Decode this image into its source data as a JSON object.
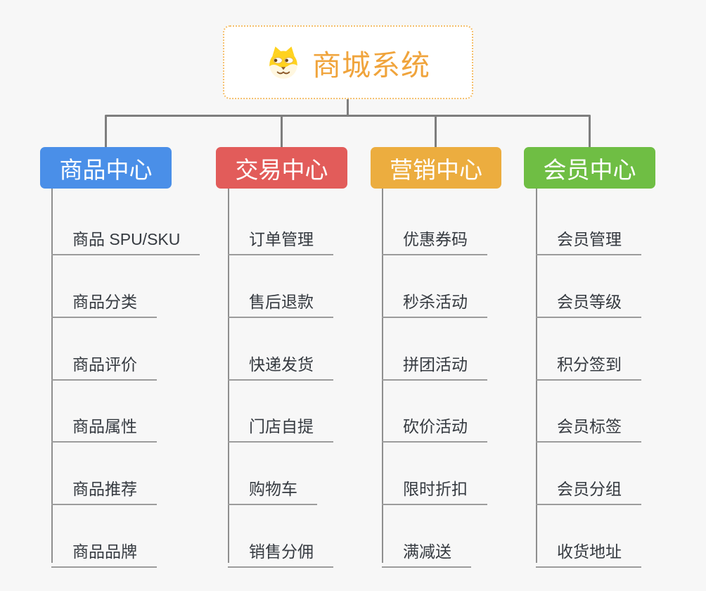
{
  "root": {
    "title": "商城系统",
    "icon": "dog-logo-icon"
  },
  "branches": [
    {
      "label": "商品中心",
      "color": "#4a8fe8",
      "items": [
        "商品 SPU/SKU",
        "商品分类",
        "商品评价",
        "商品属性",
        "商品推荐",
        "商品品牌"
      ]
    },
    {
      "label": "交易中心",
      "color": "#e25c5a",
      "items": [
        "订单管理",
        "售后退款",
        "快递发货",
        "门店自提",
        "购物车",
        "销售分佣"
      ]
    },
    {
      "label": "营销中心",
      "color": "#ecad3f",
      "items": [
        "优惠券码",
        "秒杀活动",
        "拼团活动",
        "砍价活动",
        "限时折扣",
        "满减送"
      ]
    },
    {
      "label": "会员中心",
      "color": "#6fbe44",
      "items": [
        "会员管理",
        "会员等级",
        "积分签到",
        "会员标签",
        "会员分组",
        "收货地址"
      ]
    }
  ],
  "colors": {
    "background": "#f7f7f7",
    "root_text": "#f0a43c",
    "root_border": "#f5bf6b",
    "connector": "#7e7e7e",
    "spine": "#8f8f8f",
    "underline": "#9c9c9c",
    "leaf_text": "#353a40"
  }
}
